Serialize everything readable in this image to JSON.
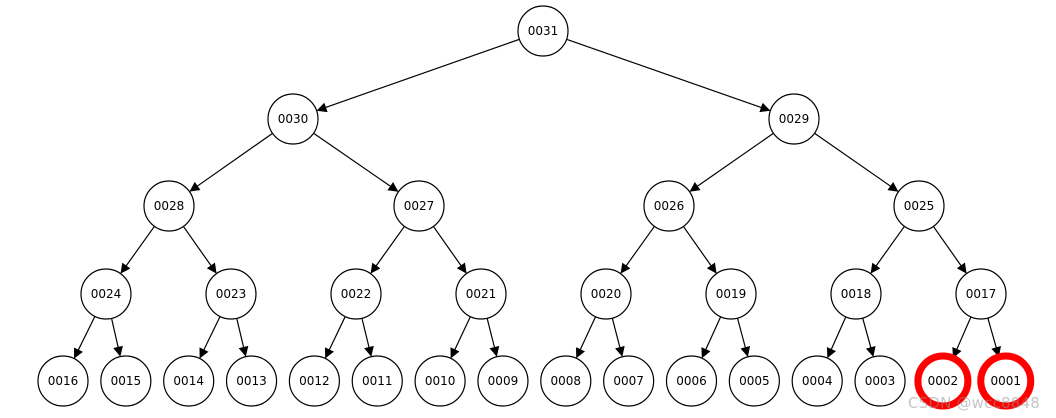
{
  "diagram": {
    "type": "binary-tree",
    "nodes": [
      {
        "id": "0031",
        "label": "0031",
        "level": 0,
        "index": 0,
        "highlight": false
      },
      {
        "id": "0030",
        "label": "0030",
        "level": 1,
        "index": 0,
        "highlight": false
      },
      {
        "id": "0029",
        "label": "0029",
        "level": 1,
        "index": 1,
        "highlight": false
      },
      {
        "id": "0028",
        "label": "0028",
        "level": 2,
        "index": 0,
        "highlight": false
      },
      {
        "id": "0027",
        "label": "0027",
        "level": 2,
        "index": 1,
        "highlight": false
      },
      {
        "id": "0026",
        "label": "0026",
        "level": 2,
        "index": 2,
        "highlight": false
      },
      {
        "id": "0025",
        "label": "0025",
        "level": 2,
        "index": 3,
        "highlight": false
      },
      {
        "id": "0024",
        "label": "0024",
        "level": 3,
        "index": 0,
        "highlight": false
      },
      {
        "id": "0023",
        "label": "0023",
        "level": 3,
        "index": 1,
        "highlight": false
      },
      {
        "id": "0022",
        "label": "0022",
        "level": 3,
        "index": 2,
        "highlight": false
      },
      {
        "id": "0021",
        "label": "0021",
        "level": 3,
        "index": 3,
        "highlight": false
      },
      {
        "id": "0020",
        "label": "0020",
        "level": 3,
        "index": 4,
        "highlight": false
      },
      {
        "id": "0019",
        "label": "0019",
        "level": 3,
        "index": 5,
        "highlight": false
      },
      {
        "id": "0018",
        "label": "0018",
        "level": 3,
        "index": 6,
        "highlight": false
      },
      {
        "id": "0017",
        "label": "0017",
        "level": 3,
        "index": 7,
        "highlight": false
      },
      {
        "id": "0016",
        "label": "0016",
        "level": 4,
        "index": 0,
        "highlight": false
      },
      {
        "id": "0015",
        "label": "0015",
        "level": 4,
        "index": 1,
        "highlight": false
      },
      {
        "id": "0014",
        "label": "0014",
        "level": 4,
        "index": 2,
        "highlight": false
      },
      {
        "id": "0013",
        "label": "0013",
        "level": 4,
        "index": 3,
        "highlight": false
      },
      {
        "id": "0012",
        "label": "0012",
        "level": 4,
        "index": 4,
        "highlight": false
      },
      {
        "id": "0011",
        "label": "0011",
        "level": 4,
        "index": 5,
        "highlight": false
      },
      {
        "id": "0010",
        "label": "0010",
        "level": 4,
        "index": 6,
        "highlight": false
      },
      {
        "id": "0009",
        "label": "0009",
        "level": 4,
        "index": 7,
        "highlight": false
      },
      {
        "id": "0008",
        "label": "0008",
        "level": 4,
        "index": 8,
        "highlight": false
      },
      {
        "id": "0007",
        "label": "0007",
        "level": 4,
        "index": 9,
        "highlight": false
      },
      {
        "id": "0006",
        "label": "0006",
        "level": 4,
        "index": 10,
        "highlight": false
      },
      {
        "id": "0005",
        "label": "0005",
        "level": 4,
        "index": 11,
        "highlight": false
      },
      {
        "id": "0004",
        "label": "0004",
        "level": 4,
        "index": 12,
        "highlight": false
      },
      {
        "id": "0003",
        "label": "0003",
        "level": 4,
        "index": 13,
        "highlight": false
      },
      {
        "id": "0002",
        "label": "0002",
        "level": 4,
        "index": 14,
        "highlight": true
      },
      {
        "id": "0001",
        "label": "0001",
        "level": 4,
        "index": 15,
        "highlight": true
      }
    ],
    "edges": [
      [
        "0031",
        "0030"
      ],
      [
        "0031",
        "0029"
      ],
      [
        "0030",
        "0028"
      ],
      [
        "0030",
        "0027"
      ],
      [
        "0029",
        "0026"
      ],
      [
        "0029",
        "0025"
      ],
      [
        "0028",
        "0024"
      ],
      [
        "0028",
        "0023"
      ],
      [
        "0027",
        "0022"
      ],
      [
        "0027",
        "0021"
      ],
      [
        "0026",
        "0020"
      ],
      [
        "0026",
        "0019"
      ],
      [
        "0025",
        "0018"
      ],
      [
        "0025",
        "0017"
      ],
      [
        "0024",
        "0016"
      ],
      [
        "0024",
        "0015"
      ],
      [
        "0023",
        "0014"
      ],
      [
        "0023",
        "0013"
      ],
      [
        "0022",
        "0012"
      ],
      [
        "0022",
        "0011"
      ],
      [
        "0021",
        "0010"
      ],
      [
        "0021",
        "0009"
      ],
      [
        "0020",
        "0008"
      ],
      [
        "0020",
        "0007"
      ],
      [
        "0019",
        "0006"
      ],
      [
        "0019",
        "0005"
      ],
      [
        "0018",
        "0004"
      ],
      [
        "0018",
        "0003"
      ],
      [
        "0017",
        "0002"
      ],
      [
        "0017",
        "0001"
      ]
    ],
    "colors": {
      "node_fill": "#ffffff",
      "node_stroke": "#000000",
      "highlight_stroke": "#ff0000",
      "edge": "#000000"
    }
  },
  "watermark": {
    "text": "CSDN @wcc8848"
  }
}
